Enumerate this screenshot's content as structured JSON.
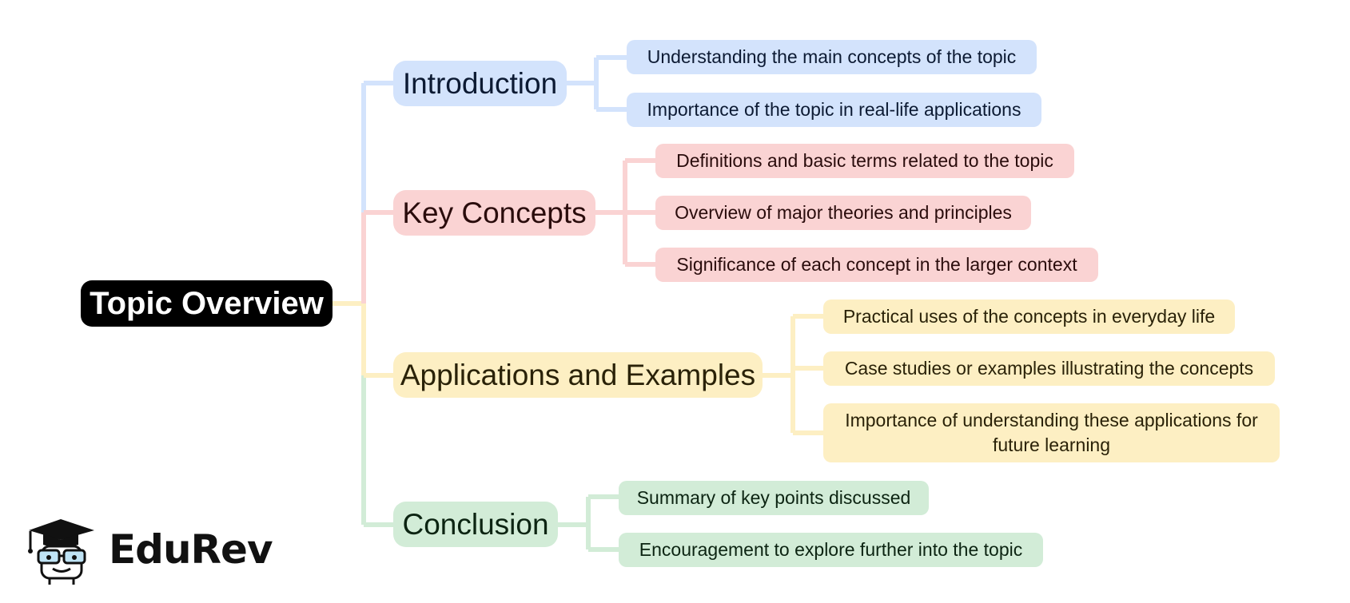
{
  "root": {
    "label": "Topic Overview"
  },
  "branches": [
    {
      "label": "Introduction",
      "color": "#d3e3fc",
      "line_color": "#d3e3fc",
      "children": [
        "Understanding the main concepts of the topic",
        "Importance of the topic in real-life applications"
      ]
    },
    {
      "label": "Key Concepts",
      "color": "#fad3d3",
      "line_color": "#fad3d3",
      "children": [
        "Definitions and basic terms related to the topic",
        "Overview of major theories and principles",
        "Significance of each concept in the larger context"
      ]
    },
    {
      "label": "Applications and Examples",
      "color": "#fdefc3",
      "line_color": "#fdefc3",
      "children": [
        "Practical uses of the concepts in everyday life",
        "Case studies or examples illustrating the concepts",
        "Importance of understanding these applications for future learning"
      ]
    },
    {
      "label": "Conclusion",
      "color": "#d2ecd7",
      "line_color": "#d2ecd7",
      "children": [
        "Summary of key points discussed",
        "Encouragement to explore further into the topic"
      ]
    }
  ],
  "logo": {
    "text": "EduRev",
    "icon": "graduation-cap-mascot-icon"
  }
}
